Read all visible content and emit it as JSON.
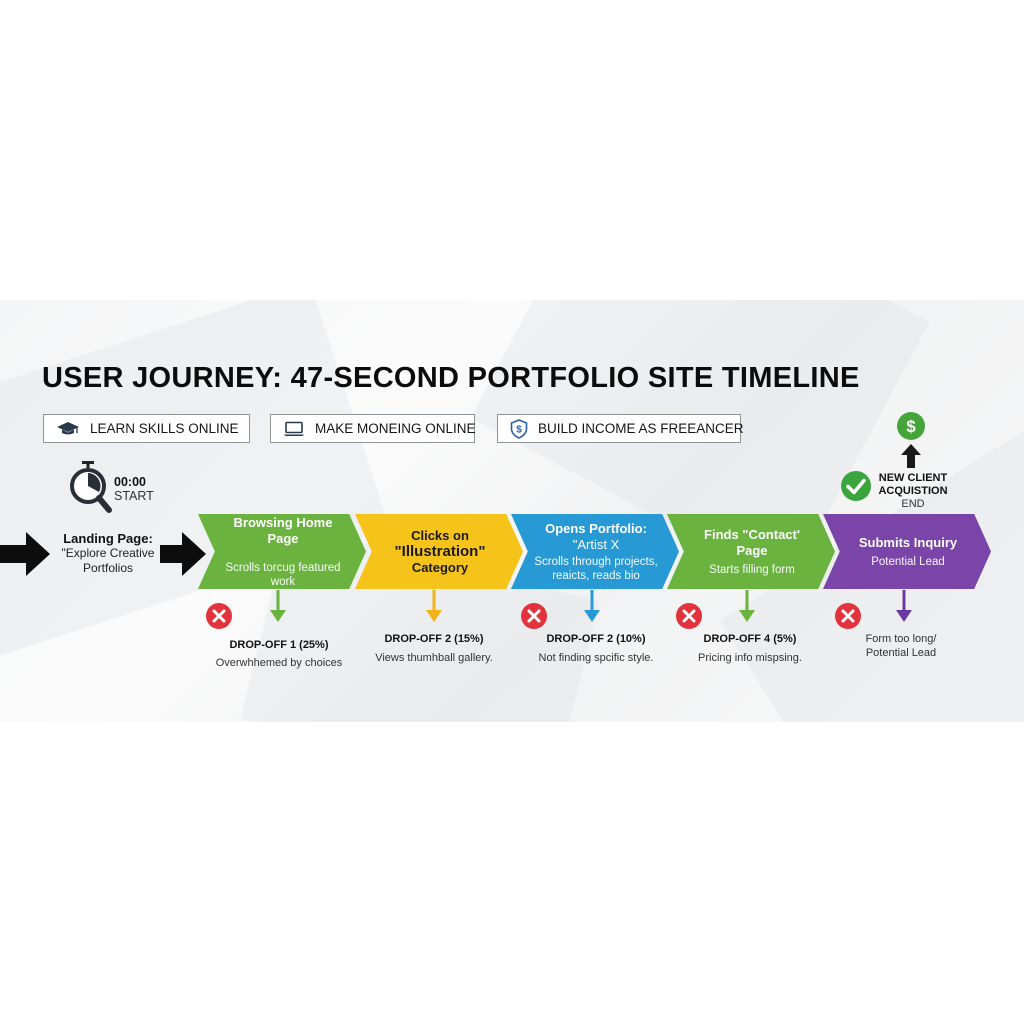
{
  "title": "USER JOURNEY: 47-SECOND PORTFOLIO SITE TIMELINE",
  "tags": [
    {
      "label": "LEARN SKILLS ONLINE",
      "icon": "graduation-cap-icon"
    },
    {
      "label": "MAKE MONEING ONLINE",
      "icon": "laptop-icon"
    },
    {
      "label": "BUILD INCOME AS FREEANCER",
      "icon": "shield-dollar-icon"
    }
  ],
  "start": {
    "time": "00:00",
    "label": "START",
    "icon": "stopwatch-magnifier-icon"
  },
  "landing": {
    "heading": "Landing Page:",
    "line1": "\"Explore Creative",
    "line2": "Portfolios"
  },
  "steps": [
    {
      "heading": "Browsing Home Page",
      "detail": "Scrolls torcug featured work",
      "color": "#6bb33f"
    },
    {
      "heading_line1": "Clicks on",
      "heading_line2": "\"Illustration\"",
      "heading_line3": "Category",
      "color": "#f6c31b"
    },
    {
      "heading_line1": "Opens Portfolio:",
      "heading_line2": "\"Artist X",
      "detail_line1": "Scrolls through projects,",
      "detail_line2": "reaicts, reads bio",
      "color": "#279ad6"
    },
    {
      "heading": "Finds \"Contact' Page",
      "detail": "Starts filling form",
      "color": "#6bb33f"
    },
    {
      "heading": "Submits Inquiry",
      "detail": "Potential Lead",
      "color": "#7a44a8"
    }
  ],
  "dropoffs": [
    {
      "label": "DROP-OFF 1 (25%)",
      "reason": "Overwhhemed by choices",
      "arrow_color": "#6bb33f"
    },
    {
      "label": "DROP-OFF 2 (15%)",
      "reason": "Views thumhball gallery.",
      "arrow_color": "#f2b319"
    },
    {
      "label": "DROP-OFF 2 (10%)",
      "reason": "Not finding spcific style.",
      "arrow_color": "#279ad6"
    },
    {
      "label": "DROP-OFF 4 (5%)",
      "reason": "Pricing info mispsing.",
      "arrow_color": "#6bb33f"
    },
    {
      "label": "",
      "reason_line1": "Form too long/",
      "reason_line2": "Potential Lead",
      "arrow_color": "#6d3aa3"
    }
  ],
  "end": {
    "line1": "NEW CLIENT",
    "line2": "ACQUISTION",
    "line3": "END",
    "dollar": "$"
  },
  "colors": {
    "green": "#6bb33f",
    "yellow": "#f6c31b",
    "blue": "#279ad6",
    "purple": "#7a44a8",
    "red": "#e2333d"
  }
}
